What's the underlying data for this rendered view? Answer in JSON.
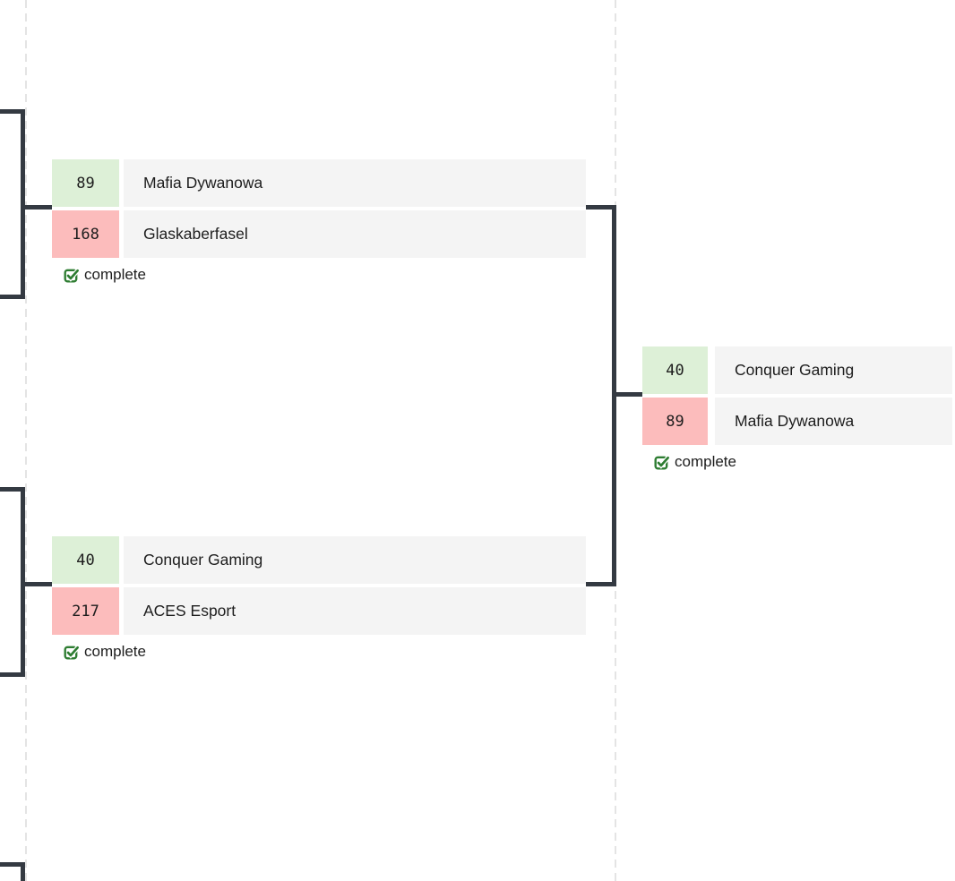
{
  "theme": {
    "page_bg": "#ffffff",
    "text_color": "#1d1d1d",
    "winner_score_bg": "#ddf0d7",
    "loser_score_bg": "#fcbcbc",
    "team_row_bg": "#f4f4f4",
    "connector_color": "#343a42",
    "separator_color": "#e4e4e4",
    "status_icon_color": "#2e7d32"
  },
  "bracket": {
    "status_icon": "checkbox-checked-icon",
    "matches": [
      {
        "id": "semifinal-top",
        "status": "complete",
        "teams": [
          {
            "name": "Mafia Dywanowa",
            "score": "89",
            "result": "win"
          },
          {
            "name": "Glaskaberfasel",
            "score": "168",
            "result": "loss"
          }
        ]
      },
      {
        "id": "semifinal-bottom",
        "status": "complete",
        "teams": [
          {
            "name": "Conquer Gaming",
            "score": "40",
            "result": "win"
          },
          {
            "name": "ACES Esport",
            "score": "217",
            "result": "loss"
          }
        ]
      },
      {
        "id": "final",
        "status": "complete",
        "teams": [
          {
            "name": "Conquer Gaming",
            "score": "40",
            "result": "win"
          },
          {
            "name": "Mafia Dywanowa",
            "score": "89",
            "result": "loss"
          }
        ]
      }
    ]
  }
}
